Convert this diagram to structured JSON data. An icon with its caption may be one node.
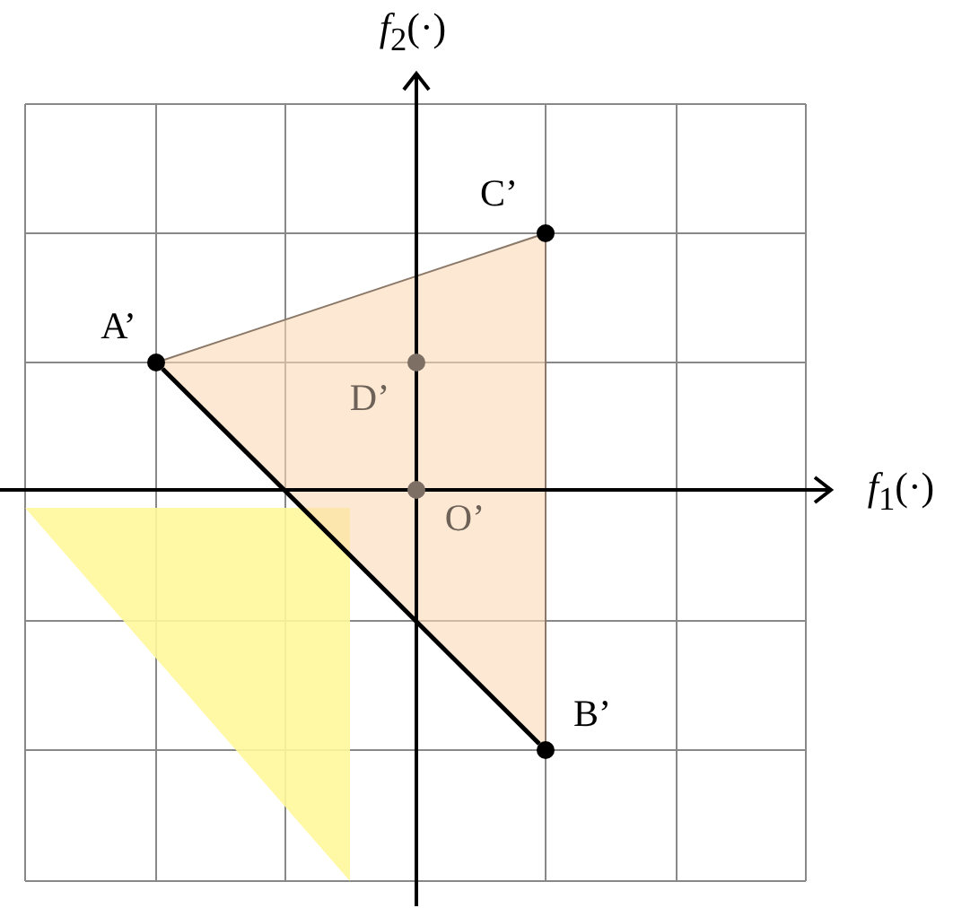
{
  "diagram": {
    "nodes": [
      {
        "text": [],
        "shape": "circle",
        "beside": [
          "A’"
        ]
      },
      {
        "text": [],
        "shape": "circle",
        "beside": [
          "B’"
        ]
      },
      {
        "text": [],
        "shape": "circle",
        "beside": [
          "C’"
        ]
      },
      {
        "text": [],
        "shape": "circle",
        "beside": [
          "D’"
        ]
      },
      {
        "text": [],
        "shape": "circle",
        "beside": [
          "O’"
        ]
      }
    ],
    "edges": [
      {
        "from": 0,
        "to": 1,
        "arrow": "none"
      }
    ],
    "labels": [
      "*f*$_{2}$(·)",
      "*f*$_{1}$(·)"
    ]
  }
}
